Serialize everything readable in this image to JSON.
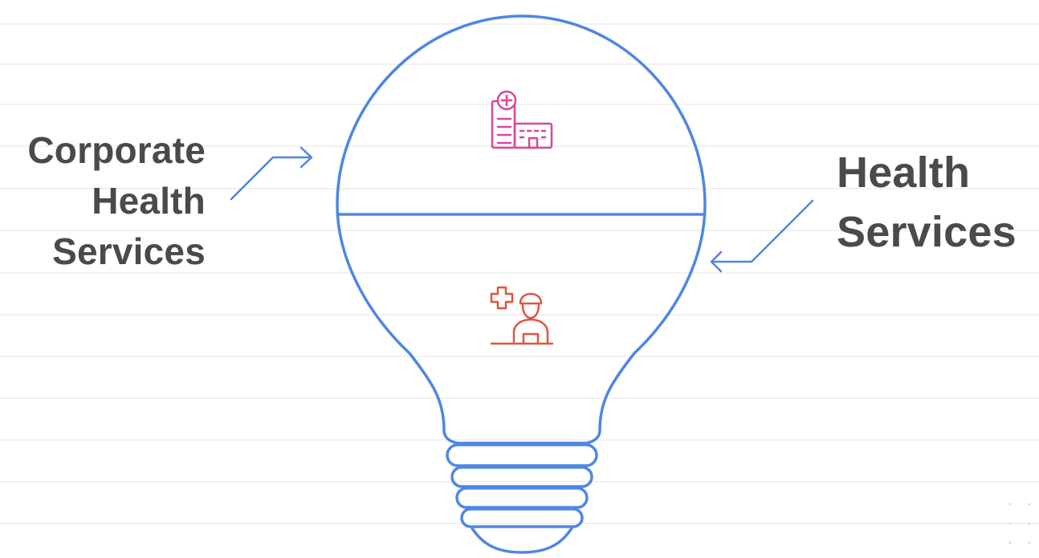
{
  "left_label": {
    "lines": [
      "Corporate",
      "Health",
      "Services"
    ]
  },
  "right_label": {
    "lines": [
      "Health",
      "Services"
    ]
  },
  "colors": {
    "bulb_outline": "#4f86e3",
    "top_icon": "#d9479b",
    "bottom_icon": "#e5533f",
    "label_text": "#4a4a4a",
    "guide_lines": "#eeeeee"
  },
  "icons": {
    "top_section": "hospital-building-icon",
    "bottom_section": "doctor-at-desk-icon"
  }
}
